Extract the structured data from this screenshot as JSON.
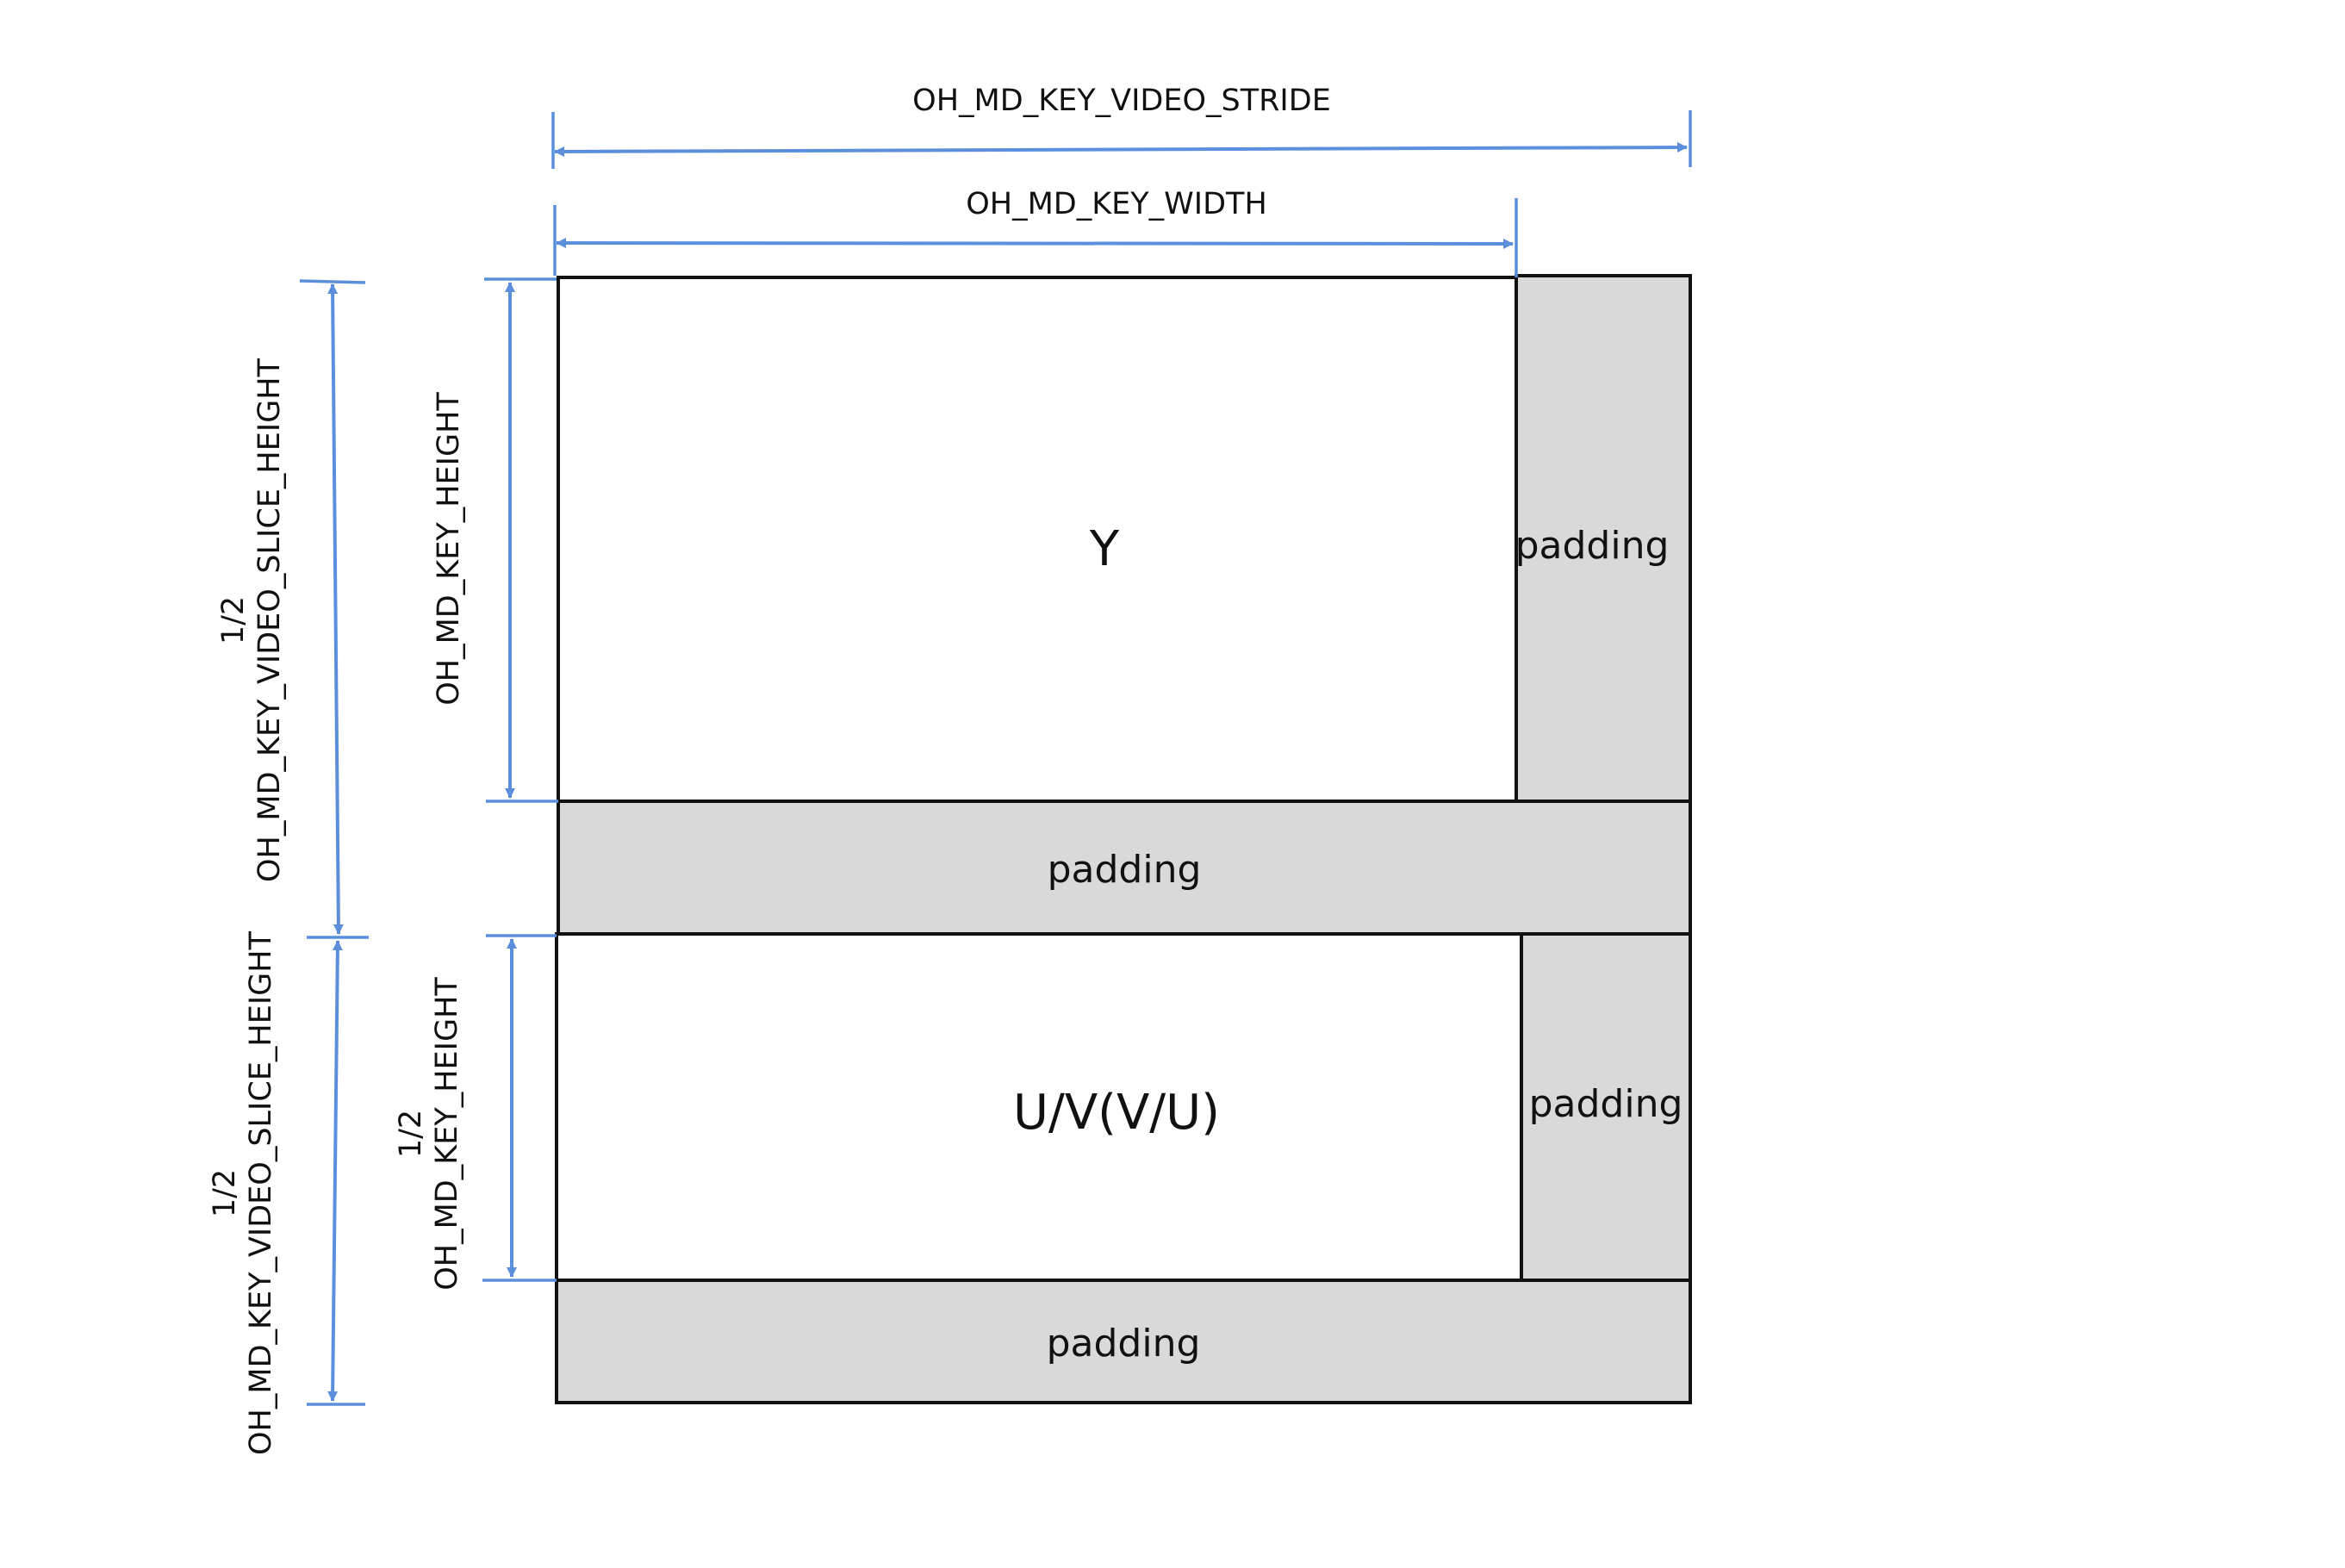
{
  "diagram": {
    "top_labels": {
      "stride": "OH_MD_KEY_VIDEO_STRIDE",
      "width": "OH_MD_KEY_WIDTH"
    },
    "left_labels": {
      "slice_half_top_fraction": "1/2",
      "slice_half_top_name": "OH_MD_KEY_VIDEO_SLICE_HEIGHT",
      "height_top": "OH_MD_KEY_HEIGHT",
      "slice_half_bottom_fraction": "1/2",
      "slice_half_bottom_name": "OH_MD_KEY_VIDEO_SLICE_HEIGHT",
      "height_bottom_fraction": "1/2",
      "height_bottom_name": "OH_MD_KEY_HEIGHT"
    },
    "planes": {
      "y_label": "Y",
      "uv_label": "U/V(V/U)"
    },
    "padding": {
      "y_right": "padding",
      "y_bottom": "padding",
      "uv_right": "padding",
      "uv_bottom": "padding"
    },
    "colors": {
      "dimension": "#5b8fdb",
      "padding_fill": "#d9d9d9",
      "plane_fill": "#ffffff",
      "outline": "#111111"
    }
  }
}
